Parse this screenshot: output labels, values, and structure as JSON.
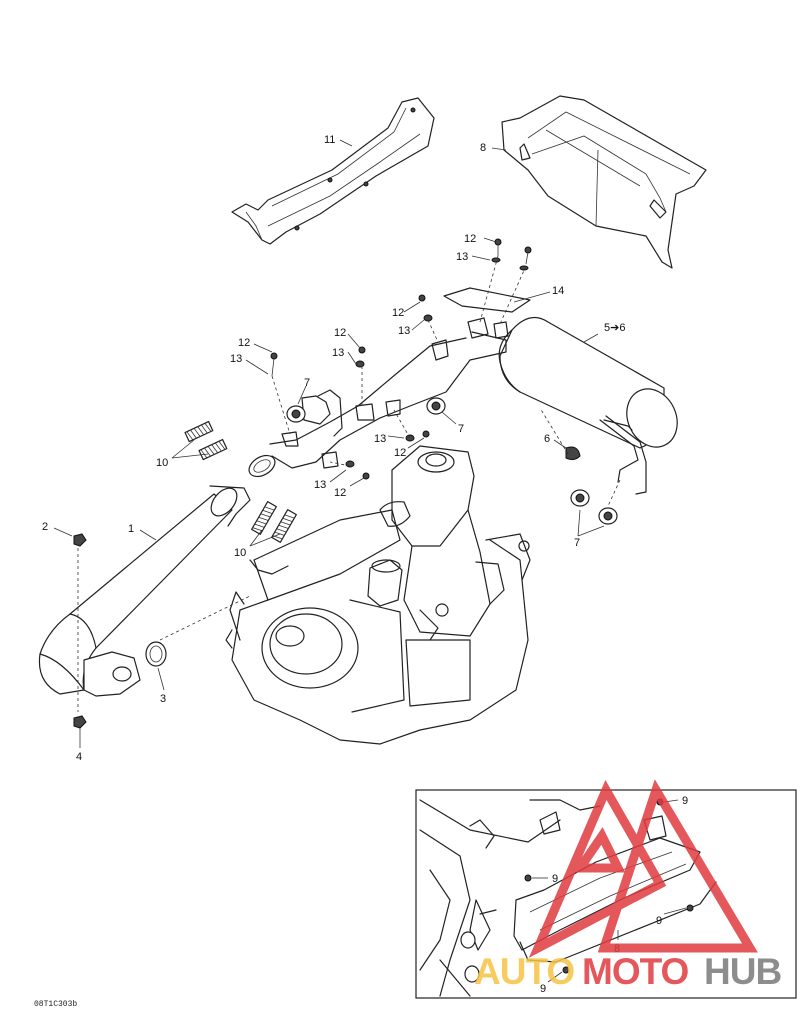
{
  "diagram": {
    "callouts": [
      {
        "id": "c11",
        "text": "11"
      },
      {
        "id": "c8a",
        "text": "8"
      },
      {
        "id": "c12a",
        "text": "12"
      },
      {
        "id": "c13a",
        "text": "13"
      },
      {
        "id": "c14",
        "text": "14"
      },
      {
        "id": "c12b",
        "text": "12"
      },
      {
        "id": "c13b",
        "text": "13"
      },
      {
        "id": "c56",
        "text": "5➔6"
      },
      {
        "id": "c12c",
        "text": "12"
      },
      {
        "id": "c13c",
        "text": "13"
      },
      {
        "id": "c12d",
        "text": "12"
      },
      {
        "id": "c13d",
        "text": "13"
      },
      {
        "id": "c7a",
        "text": "7"
      },
      {
        "id": "c7b",
        "text": "7"
      },
      {
        "id": "c6",
        "text": "6"
      },
      {
        "id": "c13e",
        "text": "13"
      },
      {
        "id": "c12e",
        "text": "12"
      },
      {
        "id": "c10a",
        "text": "10"
      },
      {
        "id": "c13f",
        "text": "13"
      },
      {
        "id": "c12f",
        "text": "12"
      },
      {
        "id": "c7c",
        "text": "7"
      },
      {
        "id": "c2",
        "text": "2"
      },
      {
        "id": "c1",
        "text": "1"
      },
      {
        "id": "c10b",
        "text": "10"
      },
      {
        "id": "c3",
        "text": "3"
      },
      {
        "id": "c4",
        "text": "4"
      },
      {
        "id": "c9a",
        "text": "9"
      },
      {
        "id": "c9b",
        "text": "9"
      },
      {
        "id": "c9c",
        "text": "9"
      },
      {
        "id": "c8b",
        "text": "8"
      },
      {
        "id": "c9d",
        "text": "9"
      }
    ],
    "figure_code": "08T1C303b"
  },
  "watermark": {
    "auto": "AUTO",
    "moto": "MOTO",
    "hub": "HUB",
    "colors": {
      "red": "#e03a3e",
      "yellow": "#f6c343",
      "gray": "#7a7a7a"
    }
  }
}
